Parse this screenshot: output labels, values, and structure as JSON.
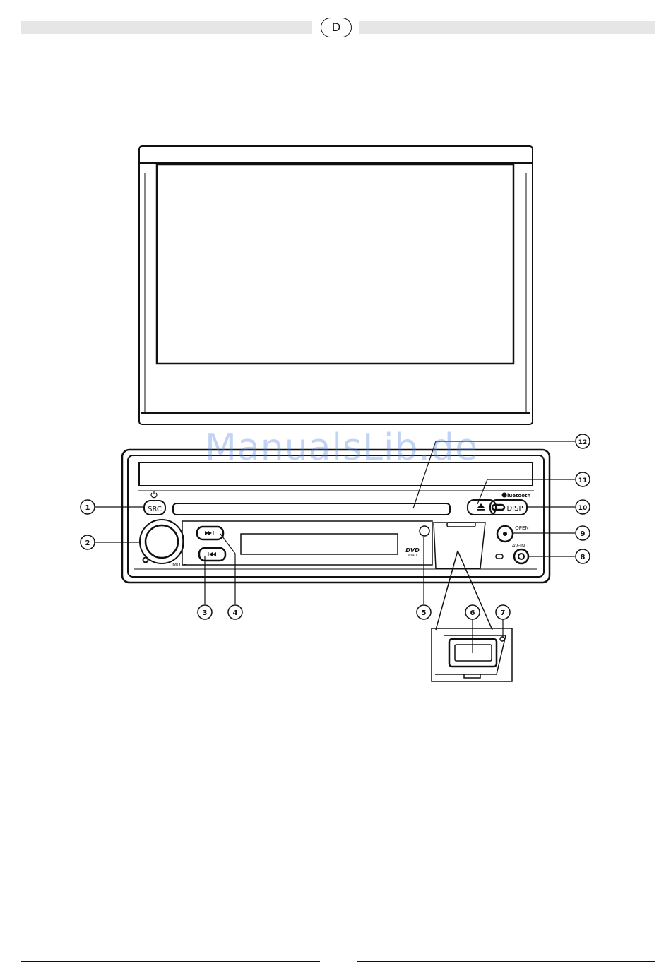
{
  "header": {
    "language_badge": "D"
  },
  "callouts": {
    "c1": "1",
    "c2": "2",
    "c3": "3",
    "c4": "4",
    "c5": "5",
    "c6": "6",
    "c7": "7",
    "c8": "8",
    "c9": "9",
    "c10": "10",
    "c11": "11",
    "c12": "12"
  },
  "device": {
    "src_label": "SRC",
    "mute_label": "MUTE",
    "disp_label": "DISP",
    "bluetooth_label": "Bluetooth",
    "open_label": "OPEN",
    "av_in_label": "AV-IN",
    "dvd_logo": "DVD",
    "dvd_sub": "VIDEO"
  },
  "watermark": "ManualsLib.de"
}
